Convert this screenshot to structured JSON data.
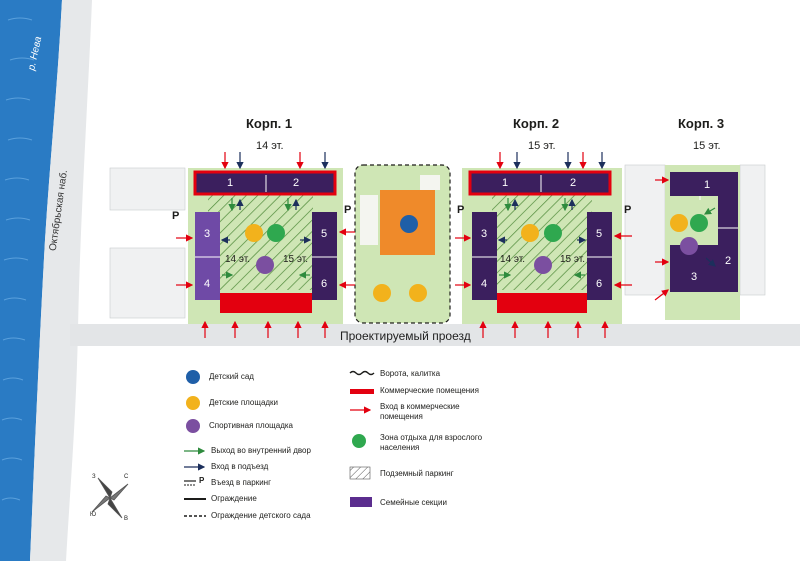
{
  "map": {
    "river_label": "р. Нева",
    "embankment_label": "Октябрьская наб.",
    "road_label": "Проектируемый проезд",
    "buildings": [
      {
        "label": "Корп. 1",
        "floors": "14 эт.",
        "sections": [
          "1",
          "2",
          "3",
          "4",
          "5",
          "6"
        ],
        "inner_floors": [
          "14 эт.",
          "15 эт."
        ]
      },
      {
        "label": "Корп. 2",
        "floors": "15 эт.",
        "sections": [
          "1",
          "2",
          "3",
          "4",
          "5",
          "6"
        ],
        "inner_floors": [
          "14 эт.",
          "15 эт."
        ]
      },
      {
        "label": "Корп. 3",
        "floors": "15 эт.",
        "sections": [
          "1",
          "2",
          "3"
        ]
      }
    ],
    "parking_mark": "P"
  },
  "legend": {
    "left": [
      {
        "icon": "kindergarten-icon",
        "label": "Детский сад",
        "color": "#1f5fa8"
      },
      {
        "icon": "playground-icon",
        "label": "Детские площадки",
        "color": "#f2b21c"
      },
      {
        "icon": "sports-icon",
        "label": "Спортивная площадка",
        "color": "#7b4fa0"
      },
      {
        "icon": "green-arrow-icon",
        "label": "Выход во внутренний двор",
        "color": "#2e8b3d"
      },
      {
        "icon": "navy-arrow-icon",
        "label": "Вход в подъезд",
        "color": "#1c2f5c"
      },
      {
        "icon": "parking-entry-icon",
        "label": "Въезд в паркинг",
        "symbol": "P"
      },
      {
        "icon": "fence-line-icon",
        "label": "Ограждение"
      },
      {
        "icon": "dashed-fence-icon",
        "label": "Ограждение детского сада"
      }
    ],
    "right": [
      {
        "icon": "gate-icon",
        "label": "Ворота, калитка"
      },
      {
        "icon": "commercial-bar-icon",
        "label": "Коммерческие помещения",
        "color": "#e3000f"
      },
      {
        "icon": "red-arrow-icon",
        "label": "Вход в коммерческие помещения",
        "color": "#e3000f"
      },
      {
        "icon": "rest-zone-icon",
        "label": "Зона отдыха для взрослого населения",
        "color": "#2fa84f"
      },
      {
        "icon": "hatch-icon",
        "label": "Подземный паркинг"
      },
      {
        "icon": "family-section-icon",
        "label": "Семейные секции",
        "color": "#5b2d8e"
      }
    ]
  },
  "compass": {
    "labels": [
      "С",
      "Ю",
      "З",
      "В"
    ]
  },
  "colors": {
    "river": "#2a7bc4",
    "green": "#cfe6b5",
    "building": "#3b1f5e",
    "commercial": "#e3000f",
    "family": "#6f4aa6",
    "kindergarten": "#ef8a2a"
  }
}
